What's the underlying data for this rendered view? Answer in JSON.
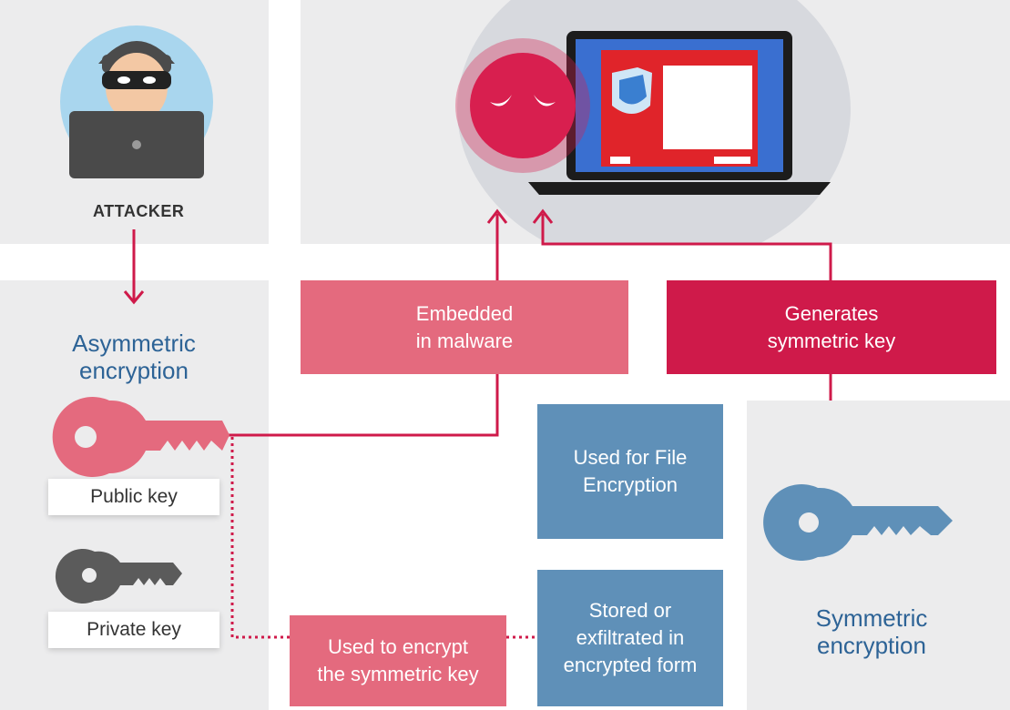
{
  "attacker": {
    "label": "ATTACKER"
  },
  "asymmetric": {
    "title": "Asymmetric\nencryption",
    "public_key_label": "Public key",
    "private_key_label": "Private key"
  },
  "symmetric": {
    "title": "Symmetric\nencryption"
  },
  "boxes": {
    "embedded": "Embedded\nin malware",
    "generates": "Generates\nsymmetric key",
    "file_encryption": "Used for File\nEncryption",
    "stored": "Stored or\nexfiltrated in\nencrypted form",
    "encrypt_key": "Used to encrypt\nthe symmetric key"
  },
  "colors": {
    "pink": "#e46a7e",
    "crimson": "#cf1a4a",
    "steel_blue": "#5f90b8",
    "title_blue": "#2d6396",
    "panel_gray": "#ececed",
    "private_key_gray": "#5b5b5b"
  },
  "icons": {
    "attacker": "masked-hacker-icon",
    "malware": "virus-monster-icon",
    "laptop": "laptop-ransom-screen-icon",
    "public_key": "key-icon",
    "private_key": "key-icon",
    "symmetric_key": "key-icon"
  }
}
